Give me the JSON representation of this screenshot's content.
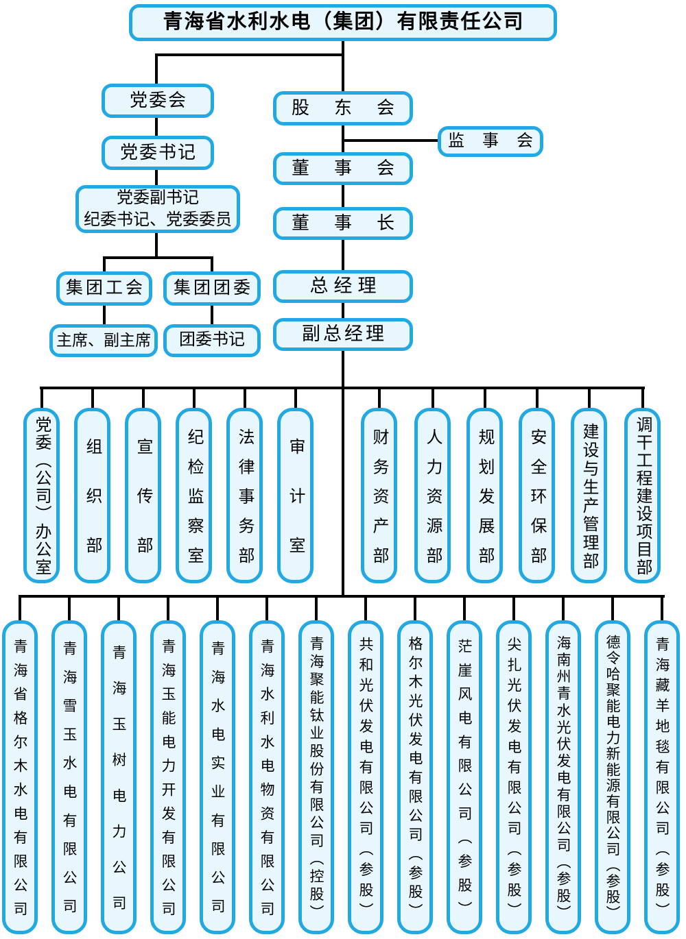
{
  "palette": {
    "box_border": "#22a8e2",
    "box_fill": "#e8f7fd",
    "connector": "#000000",
    "text": "#000000",
    "background": "#ffffff"
  },
  "root": {
    "label": "青海省水利水电（集团）有限责任公司"
  },
  "party": {
    "committee": "党委会",
    "secretary": "党委书记",
    "deputy_line1": "党委副书记",
    "deputy_line2": "纪委书记、党委委员",
    "union": "集团工会",
    "youth_league": "集团团委",
    "chairman": "主席、副主席",
    "league_secretary": "团委书记"
  },
  "governance": {
    "shareholders": "股东会",
    "supervisory": "监事会",
    "board": "董事会",
    "board_chairman": "董事长",
    "general_manager": "总经理",
    "deputy_general_manager": "副总经理"
  },
  "departments": [
    "党委（公司）办公室",
    "组织部",
    "宣传部",
    "纪检监察室",
    "法律事务部",
    "审计室",
    "财务资产部",
    "人力资源部",
    "规划发展部",
    "安全环保部",
    "建设与生产管理部",
    "调干工程建设项目部"
  ],
  "subsidiaries": [
    "青海省格尔木水电有限公司",
    "青海雪玉水电有限公司",
    "青海玉树电力公司",
    "青海玉能电力开发有限公司",
    "青海水电实业有限公司",
    "青海水利水电物资有限公司",
    "青海聚能钛业股份有限公司（控股）",
    "共和光伏发电有限公司（参股）",
    "格尔木光伏发电有限公司（参股）",
    "茫崖风电有限公司（参股）",
    "尖扎光伏发电有限公司（参股）",
    "海南州青水光伏发电有限公司（参股）",
    "德令哈聚能电力新能源有限公司（参股）",
    "青海藏羊地毯有限公司（参股）"
  ]
}
